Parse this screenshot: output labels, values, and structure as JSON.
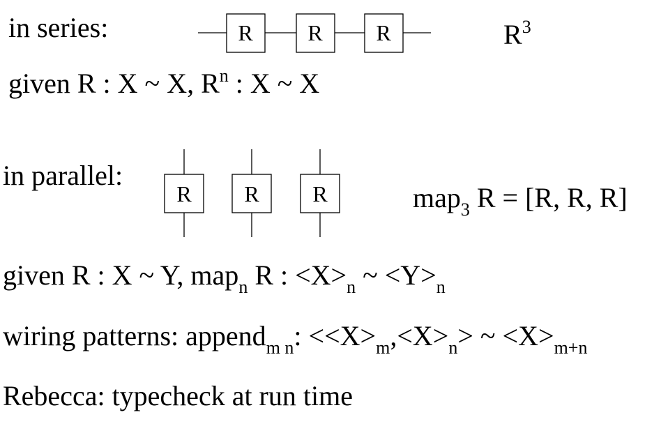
{
  "series": {
    "label": "in series:",
    "box_label": "R",
    "result_base": "R",
    "result_exp": "3",
    "given": {
      "a": "given R : X ~ X,  R",
      "sup": "n",
      "b": " : X ~ X"
    }
  },
  "parallel": {
    "label": "in parallel:",
    "box_label": "R",
    "map_a": "map",
    "map_sub": "3",
    "map_b": " R  =  [R, R, R]"
  },
  "given_map": {
    "a": "given R : X ~ Y, map",
    "sub1": "n",
    "b": " R : <X>",
    "sub2": "n",
    "c": " ~ <Y>",
    "sub3": "n"
  },
  "wiring": {
    "a": "wiring patterns: append",
    "sub1": "m n",
    "b": ": <<X>",
    "sub2": "m",
    "c": ",<X>",
    "sub3": "n",
    "d": "> ~ <X>",
    "sub4": "m+n"
  },
  "rebecca": "Rebecca: typecheck at run time"
}
